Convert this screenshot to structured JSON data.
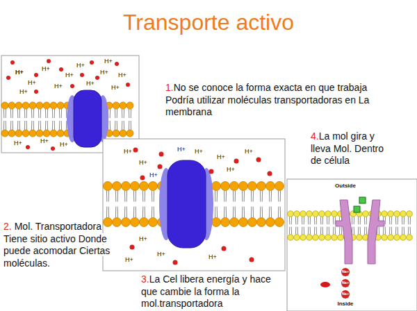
{
  "diagram": {
    "title": "Transporte activo",
    "labels": [
      "1.",
      "No se conoce la forma exacta en que trabaja Podría utilizar moléculas transportadoras en La membrana",
      "4.",
      "La mol gira y lleva Mol. Dentro de célula",
      "2.",
      "Mol. Transportadora Tiene sitio activo Donde puede acomodar Ciertas moléculas.",
      "3.",
      "La Cel libera energía y hace que cambie la forma la mol.transportadora",
      "Outside",
      "Inside",
      "Na+",
      "Na+",
      "Na+",
      "H+",
      "H+",
      "H+",
      "H+",
      "H+",
      "H+",
      "H+",
      "H+",
      "H+",
      "H+",
      "H+",
      "H+",
      "H+",
      "H+",
      "H+",
      "H+",
      "H+",
      "H+",
      "H+",
      "H+",
      "H+",
      "H+",
      "H+",
      "H+",
      "H+",
      "H+",
      "H+",
      "H+"
    ]
  }
}
